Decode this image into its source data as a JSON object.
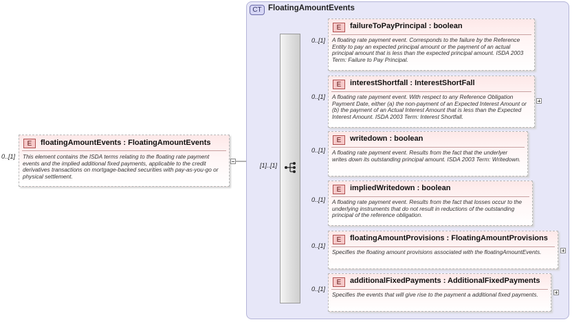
{
  "complex_type": {
    "badge": "CT",
    "name": "FloatingAmountEvents"
  },
  "root": {
    "badge": "E",
    "title": "floatingAmountEvents : FloatingAmountEvents",
    "multiplicity": "0..[1]",
    "doc": "This element contains the ISDA terms relating to the floating rate payment events and the implied additional fixed payments, applicable to the credit derivatives transactions on mortgage-backed securities with pay-as-you-go or physical settlement."
  },
  "sequence": {
    "multiplicity": "[1]..[1]",
    "icon": "sequence-icon"
  },
  "children": [
    {
      "badge": "E",
      "title": "failureToPayPrincipal : boolean",
      "multiplicity": "0..[1]",
      "doc": "A floating rate payment event. Corresponds to the failure by the Reference Entity to pay an expected principal amount or the payment of an actual principal amount that is less than the expected principal amount. ISDA 2003 Term: Failure to Pay Principal.",
      "expandable": false
    },
    {
      "badge": "E",
      "title": "interestShortfall : InterestShortFall",
      "multiplicity": "0..[1]",
      "doc": "A floating rate payment event. With respect to any Reference Obligation Payment Date, either (a) the non-payment of an Expected Interest Amount or (b) the payment of an Actual Interest Amount that is less than the Expected Interest Amount. ISDA 2003 Term: Interest Shortfall.",
      "expandable": true
    },
    {
      "badge": "E",
      "title": "writedown : boolean",
      "multiplicity": "0..[1]",
      "doc": "A floating rate payment event. Results from the fact that the underlyer writes down its outstanding principal amount. ISDA 2003 Term: Writedown.",
      "expandable": false
    },
    {
      "badge": "E",
      "title": "impliedWritedown : boolean",
      "multiplicity": "0..[1]",
      "doc": "A floating rate payment event. Results from the fact that losses occur to the underlying instruments that do not result in reductions of the outstanding principal of the reference obligation.",
      "expandable": false
    },
    {
      "badge": "E",
      "title": "floatingAmountProvisions : FloatingAmountProvisions",
      "multiplicity": "0..[1]",
      "doc": "Specifies the floating amount provisions associated with the floatingAmountEvents.",
      "expandable": true
    },
    {
      "badge": "E",
      "title": "additionalFixedPayments : AdditionalFixedPayments",
      "multiplicity": "0..[1]",
      "doc": "Specifies the events that will give rise to the payment a additional fixed payments.",
      "expandable": true
    }
  ]
}
